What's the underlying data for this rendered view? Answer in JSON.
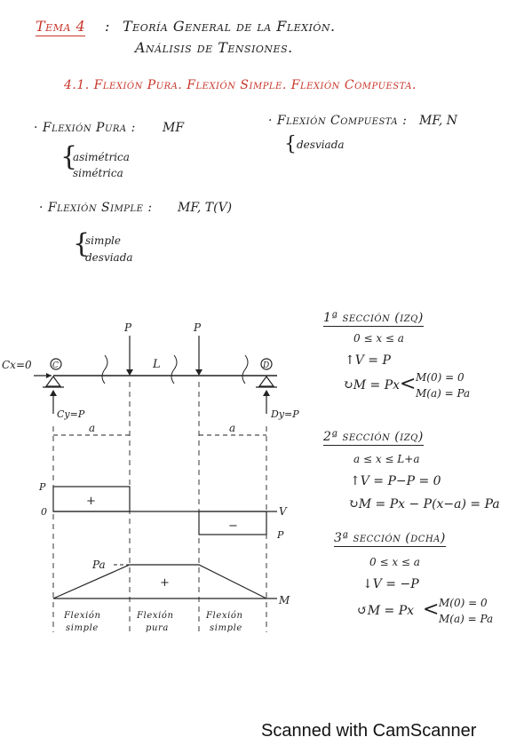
{
  "header": {
    "tema": "Tema 4",
    "colon": ":",
    "title_line1": "Teoría General de la Flexión.",
    "title_line2": "Análisis de Tensiones."
  },
  "section_heading": "4.1. Flexión Pura. Flexión Simple. Flexión Compuesta.",
  "types": {
    "pura": {
      "label": "· Flexión Pura :",
      "value": "MF",
      "items": [
        "asimétrica",
        "simétrica"
      ]
    },
    "compuesta": {
      "label": "· Flexión Compuesta :",
      "value": "MF, N",
      "items": [
        "desviada"
      ]
    },
    "simple": {
      "label": "· Flexión Simple :",
      "value": "MF, T(V)",
      "items": [
        "simple",
        "desviada"
      ]
    }
  },
  "diagram": {
    "load_left": "P",
    "load_right": "P",
    "span_label": "L",
    "support_left_reaction": "Cx=0",
    "support_left_name": "C",
    "support_right_name": "D",
    "cy_label": "Cy=P",
    "dy_label": "Dy=P",
    "dim_left": "a",
    "dim_right": "a",
    "shear_top_label": "P",
    "shear_zero_label": "0",
    "shear_axis_label": "V",
    "shear_bottom_label": "P",
    "shear_plus": "+",
    "shear_minus": "−",
    "moment_peak_label": "Pa",
    "moment_plus": "+",
    "moment_axis_label": "M",
    "zones": [
      {
        "line1": "Flexión",
        "line2": "simple"
      },
      {
        "line1": "Flexión",
        "line2": "pura"
      },
      {
        "line1": "Flexión",
        "line2": "simple"
      }
    ]
  },
  "sections": [
    {
      "title": "1ª sección (izq)",
      "range": "0 ≤ x ≤ a",
      "shear": "↑V = P",
      "moment_lhs": "↻M = Px",
      "moment_cases": [
        "M(0) = 0",
        "M(a) = Pa"
      ]
    },
    {
      "title": "2ª sección (izq)",
      "range": "a ≤ x ≤ L+a",
      "shear": "↑V = P−P = 0",
      "moment_line": "↻M = Px − P(x−a) = Pa"
    },
    {
      "title": "3ª sección (dcha)",
      "range": "0 ≤ x ≤ a",
      "shear": "↓V = −P",
      "moment_lhs": "↺M = Px",
      "moment_cases": [
        "M(0) = 0",
        "M(a) = Pa"
      ]
    }
  ],
  "footer": "Scanned with CamScanner"
}
